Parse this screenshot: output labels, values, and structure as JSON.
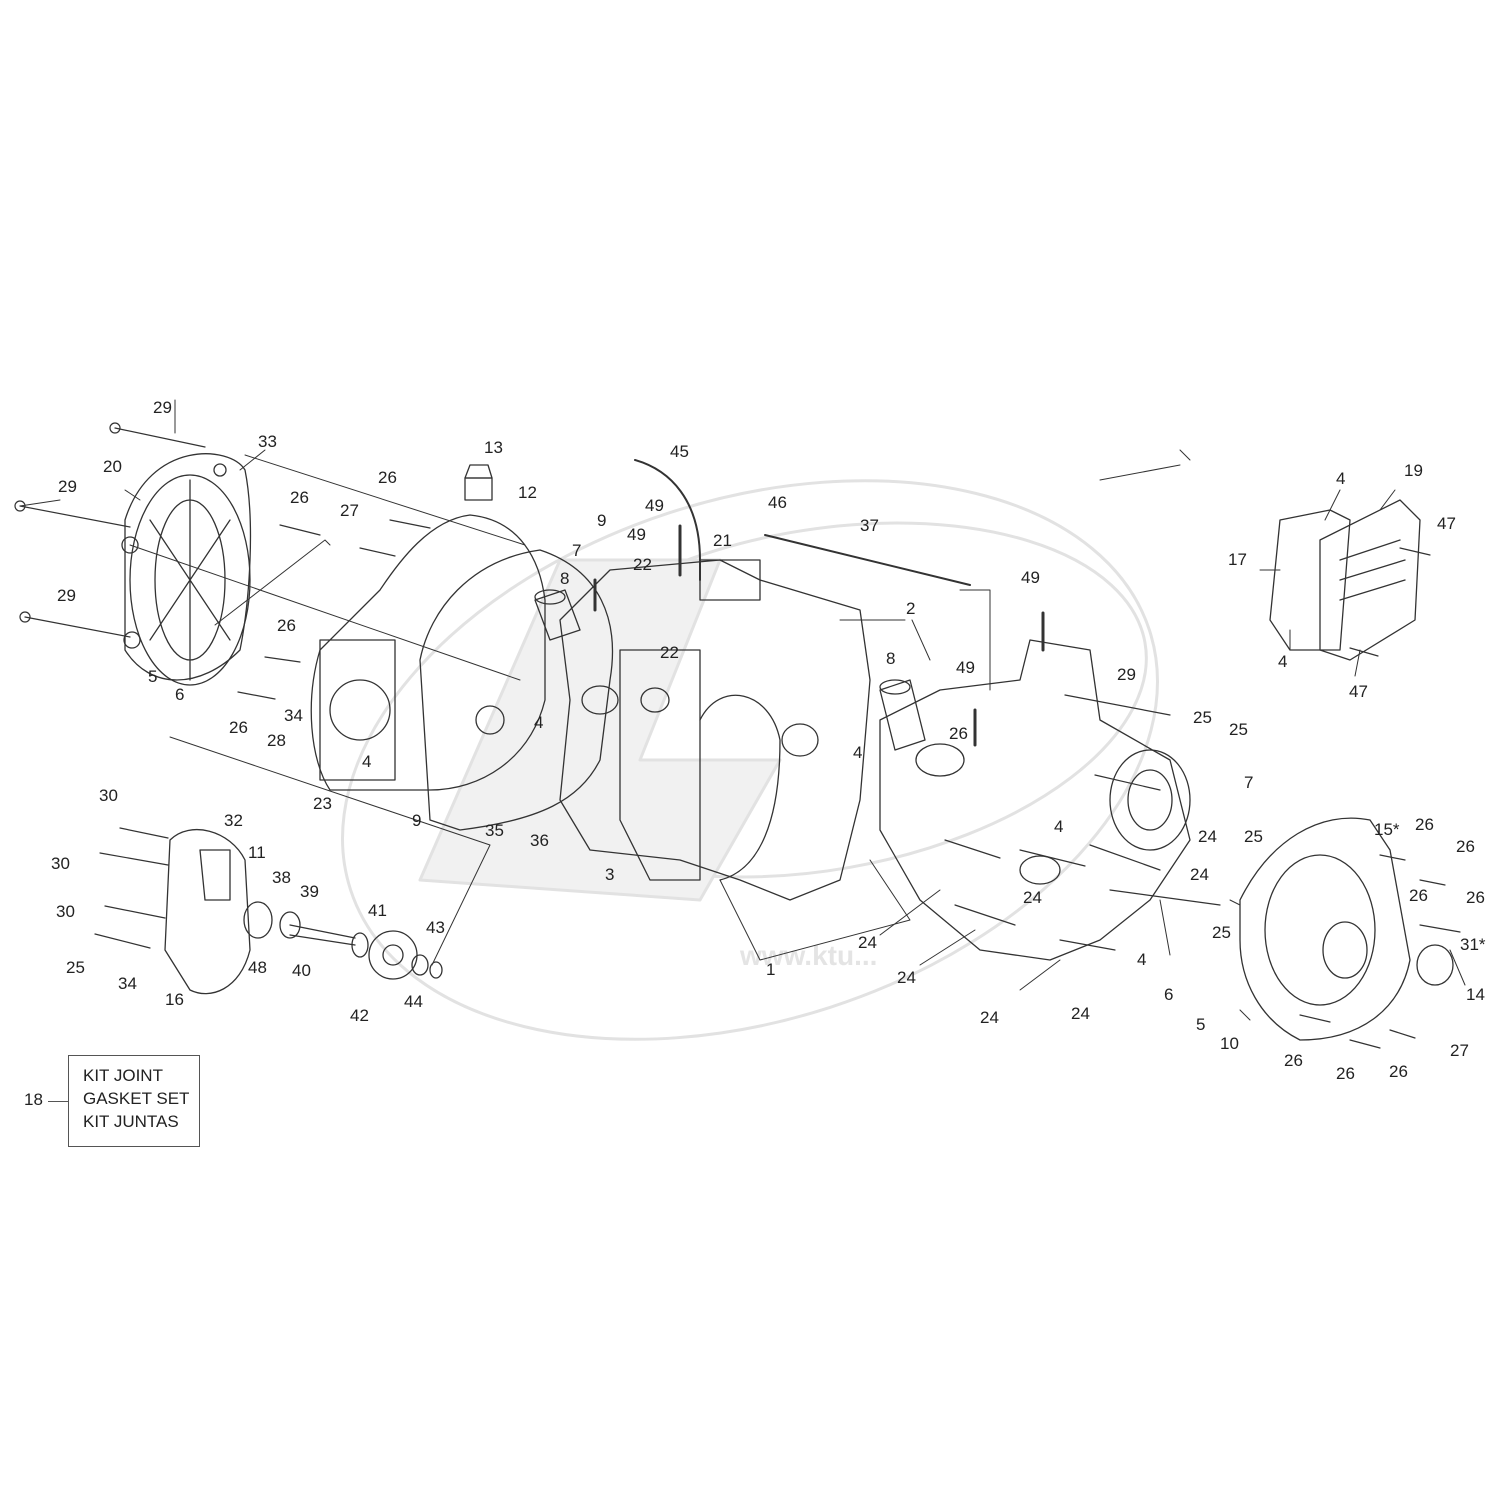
{
  "diagram": {
    "callouts": [
      {
        "id": "c1",
        "text": "1"
      },
      {
        "id": "c2",
        "text": "2"
      },
      {
        "id": "c3",
        "text": "3"
      },
      {
        "id": "c4a",
        "text": "4"
      },
      {
        "id": "c4b",
        "text": "4"
      },
      {
        "id": "c4c",
        "text": "4"
      },
      {
        "id": "c4d",
        "text": "4"
      },
      {
        "id": "c4e",
        "text": "4"
      },
      {
        "id": "c4f",
        "text": "4"
      },
      {
        "id": "c4g",
        "text": "4"
      },
      {
        "id": "c5a",
        "text": "5"
      },
      {
        "id": "c5b",
        "text": "5"
      },
      {
        "id": "c6a",
        "text": "6"
      },
      {
        "id": "c6b",
        "text": "6"
      },
      {
        "id": "c7a",
        "text": "7"
      },
      {
        "id": "c7b",
        "text": "7"
      },
      {
        "id": "c8a",
        "text": "8"
      },
      {
        "id": "c8b",
        "text": "8"
      },
      {
        "id": "c9a",
        "text": "9"
      },
      {
        "id": "c9b",
        "text": "9"
      },
      {
        "id": "c10",
        "text": "10"
      },
      {
        "id": "c11",
        "text": "11"
      },
      {
        "id": "c12",
        "text": "12"
      },
      {
        "id": "c13",
        "text": "13"
      },
      {
        "id": "c14",
        "text": "14"
      },
      {
        "id": "c15",
        "text": "15*"
      },
      {
        "id": "c16",
        "text": "16"
      },
      {
        "id": "c17",
        "text": "17"
      },
      {
        "id": "c19",
        "text": "19"
      },
      {
        "id": "c20",
        "text": "20"
      },
      {
        "id": "c21",
        "text": "21"
      },
      {
        "id": "c22a",
        "text": "22"
      },
      {
        "id": "c22b",
        "text": "22"
      },
      {
        "id": "c23",
        "text": "23"
      },
      {
        "id": "c24a",
        "text": "24"
      },
      {
        "id": "c24b",
        "text": "24"
      },
      {
        "id": "c24c",
        "text": "24"
      },
      {
        "id": "c24d",
        "text": "24"
      },
      {
        "id": "c24e",
        "text": "24"
      },
      {
        "id": "c24f",
        "text": "24"
      },
      {
        "id": "c24g",
        "text": "24"
      },
      {
        "id": "c25a",
        "text": "25"
      },
      {
        "id": "c25b",
        "text": "25"
      },
      {
        "id": "c25c",
        "text": "25"
      },
      {
        "id": "c25d",
        "text": "25"
      },
      {
        "id": "c25e",
        "text": "25"
      },
      {
        "id": "c26a",
        "text": "26"
      },
      {
        "id": "c26b",
        "text": "26"
      },
      {
        "id": "c26c",
        "text": "26"
      },
      {
        "id": "c26d",
        "text": "26"
      },
      {
        "id": "c26e",
        "text": "26"
      },
      {
        "id": "c26f",
        "text": "26"
      },
      {
        "id": "c26g",
        "text": "26"
      },
      {
        "id": "c26h",
        "text": "26"
      },
      {
        "id": "c26i",
        "text": "26"
      },
      {
        "id": "c26j",
        "text": "26"
      },
      {
        "id": "c26k",
        "text": "26"
      },
      {
        "id": "c26l",
        "text": "26"
      },
      {
        "id": "c27a",
        "text": "27"
      },
      {
        "id": "c27b",
        "text": "27"
      },
      {
        "id": "c28",
        "text": "28"
      },
      {
        "id": "c29a",
        "text": "29"
      },
      {
        "id": "c29b",
        "text": "29"
      },
      {
        "id": "c29c",
        "text": "29"
      },
      {
        "id": "c29d",
        "text": "29"
      },
      {
        "id": "c30a",
        "text": "30"
      },
      {
        "id": "c30b",
        "text": "30"
      },
      {
        "id": "c30c",
        "text": "30"
      },
      {
        "id": "c31",
        "text": "31*"
      },
      {
        "id": "c32",
        "text": "32"
      },
      {
        "id": "c33",
        "text": "33"
      },
      {
        "id": "c34a",
        "text": "34"
      },
      {
        "id": "c34b",
        "text": "34"
      },
      {
        "id": "c35",
        "text": "35"
      },
      {
        "id": "c36",
        "text": "36"
      },
      {
        "id": "c37",
        "text": "37"
      },
      {
        "id": "c38",
        "text": "38"
      },
      {
        "id": "c39",
        "text": "39"
      },
      {
        "id": "c40",
        "text": "40"
      },
      {
        "id": "c41",
        "text": "41"
      },
      {
        "id": "c42",
        "text": "42"
      },
      {
        "id": "c43",
        "text": "43"
      },
      {
        "id": "c44",
        "text": "44"
      },
      {
        "id": "c45",
        "text": "45"
      },
      {
        "id": "c46",
        "text": "46"
      },
      {
        "id": "c47a",
        "text": "47"
      },
      {
        "id": "c47b",
        "text": "47"
      },
      {
        "id": "c48",
        "text": "48"
      },
      {
        "id": "c49a",
        "text": "49"
      },
      {
        "id": "c49b",
        "text": "49"
      },
      {
        "id": "c49c",
        "text": "49"
      },
      {
        "id": "c49d",
        "text": "49"
      }
    ],
    "kit": {
      "ref": "18",
      "line1": "KIT JOINT",
      "line2": "GASKET SET",
      "line3": "KIT JUNTAS"
    },
    "watermark": "www.ktu..."
  }
}
